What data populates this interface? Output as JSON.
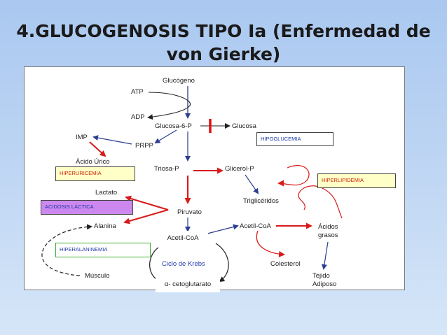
{
  "title": {
    "line1": "4.GLUCOGENOSIS TIPO Ia (Enfermedad de",
    "line2": "von Gierke)"
  },
  "labels": {
    "glucogeno": "Glucógeno",
    "atp": "ATP",
    "adp": "ADP",
    "glucosa6p": "Glucosa-6-P",
    "glucosa": "Glucosa",
    "imp": "IMP",
    "prpp": "PRPP",
    "acido_urico": "Ácido Úrico",
    "triosa_p": "Triosa-P",
    "glicerol_p": "Glicerol-P",
    "lactato": "Lactato",
    "trigliceridos": "Triglicéridos",
    "piruvato": "Piruvato",
    "alanina": "Alanina",
    "acetil_coa_right": "Acetil-CoA",
    "acidos_grasos_1": "Ácidos",
    "acidos_grasos_2": "grasos",
    "acetil_coa_box": "Acetil-CoA",
    "ciclo_krebs": "Ciclo de Krebs",
    "colesterol": "Colesterol",
    "musculo": "Músculo",
    "tejido_1": "Tejido",
    "tejido_2": "Adiposo",
    "cetoglutarato": "α- cetoglutarato"
  },
  "boxes": {
    "hipoglucemia": "HIPOGLUCEMIA",
    "hiperuricemia": "HIPERURICEMIA",
    "hiperlipidemia": "HIPERLIPIDEMIA",
    "acidosis_lactica": "ACIDOSIS LÁCTICA",
    "hiperalaninemia": "HIPERALANINEMIA"
  },
  "colors": {
    "inhibition": "#e01010",
    "flow": "#2c3e8f",
    "accent_red": "#d81b1b"
  }
}
